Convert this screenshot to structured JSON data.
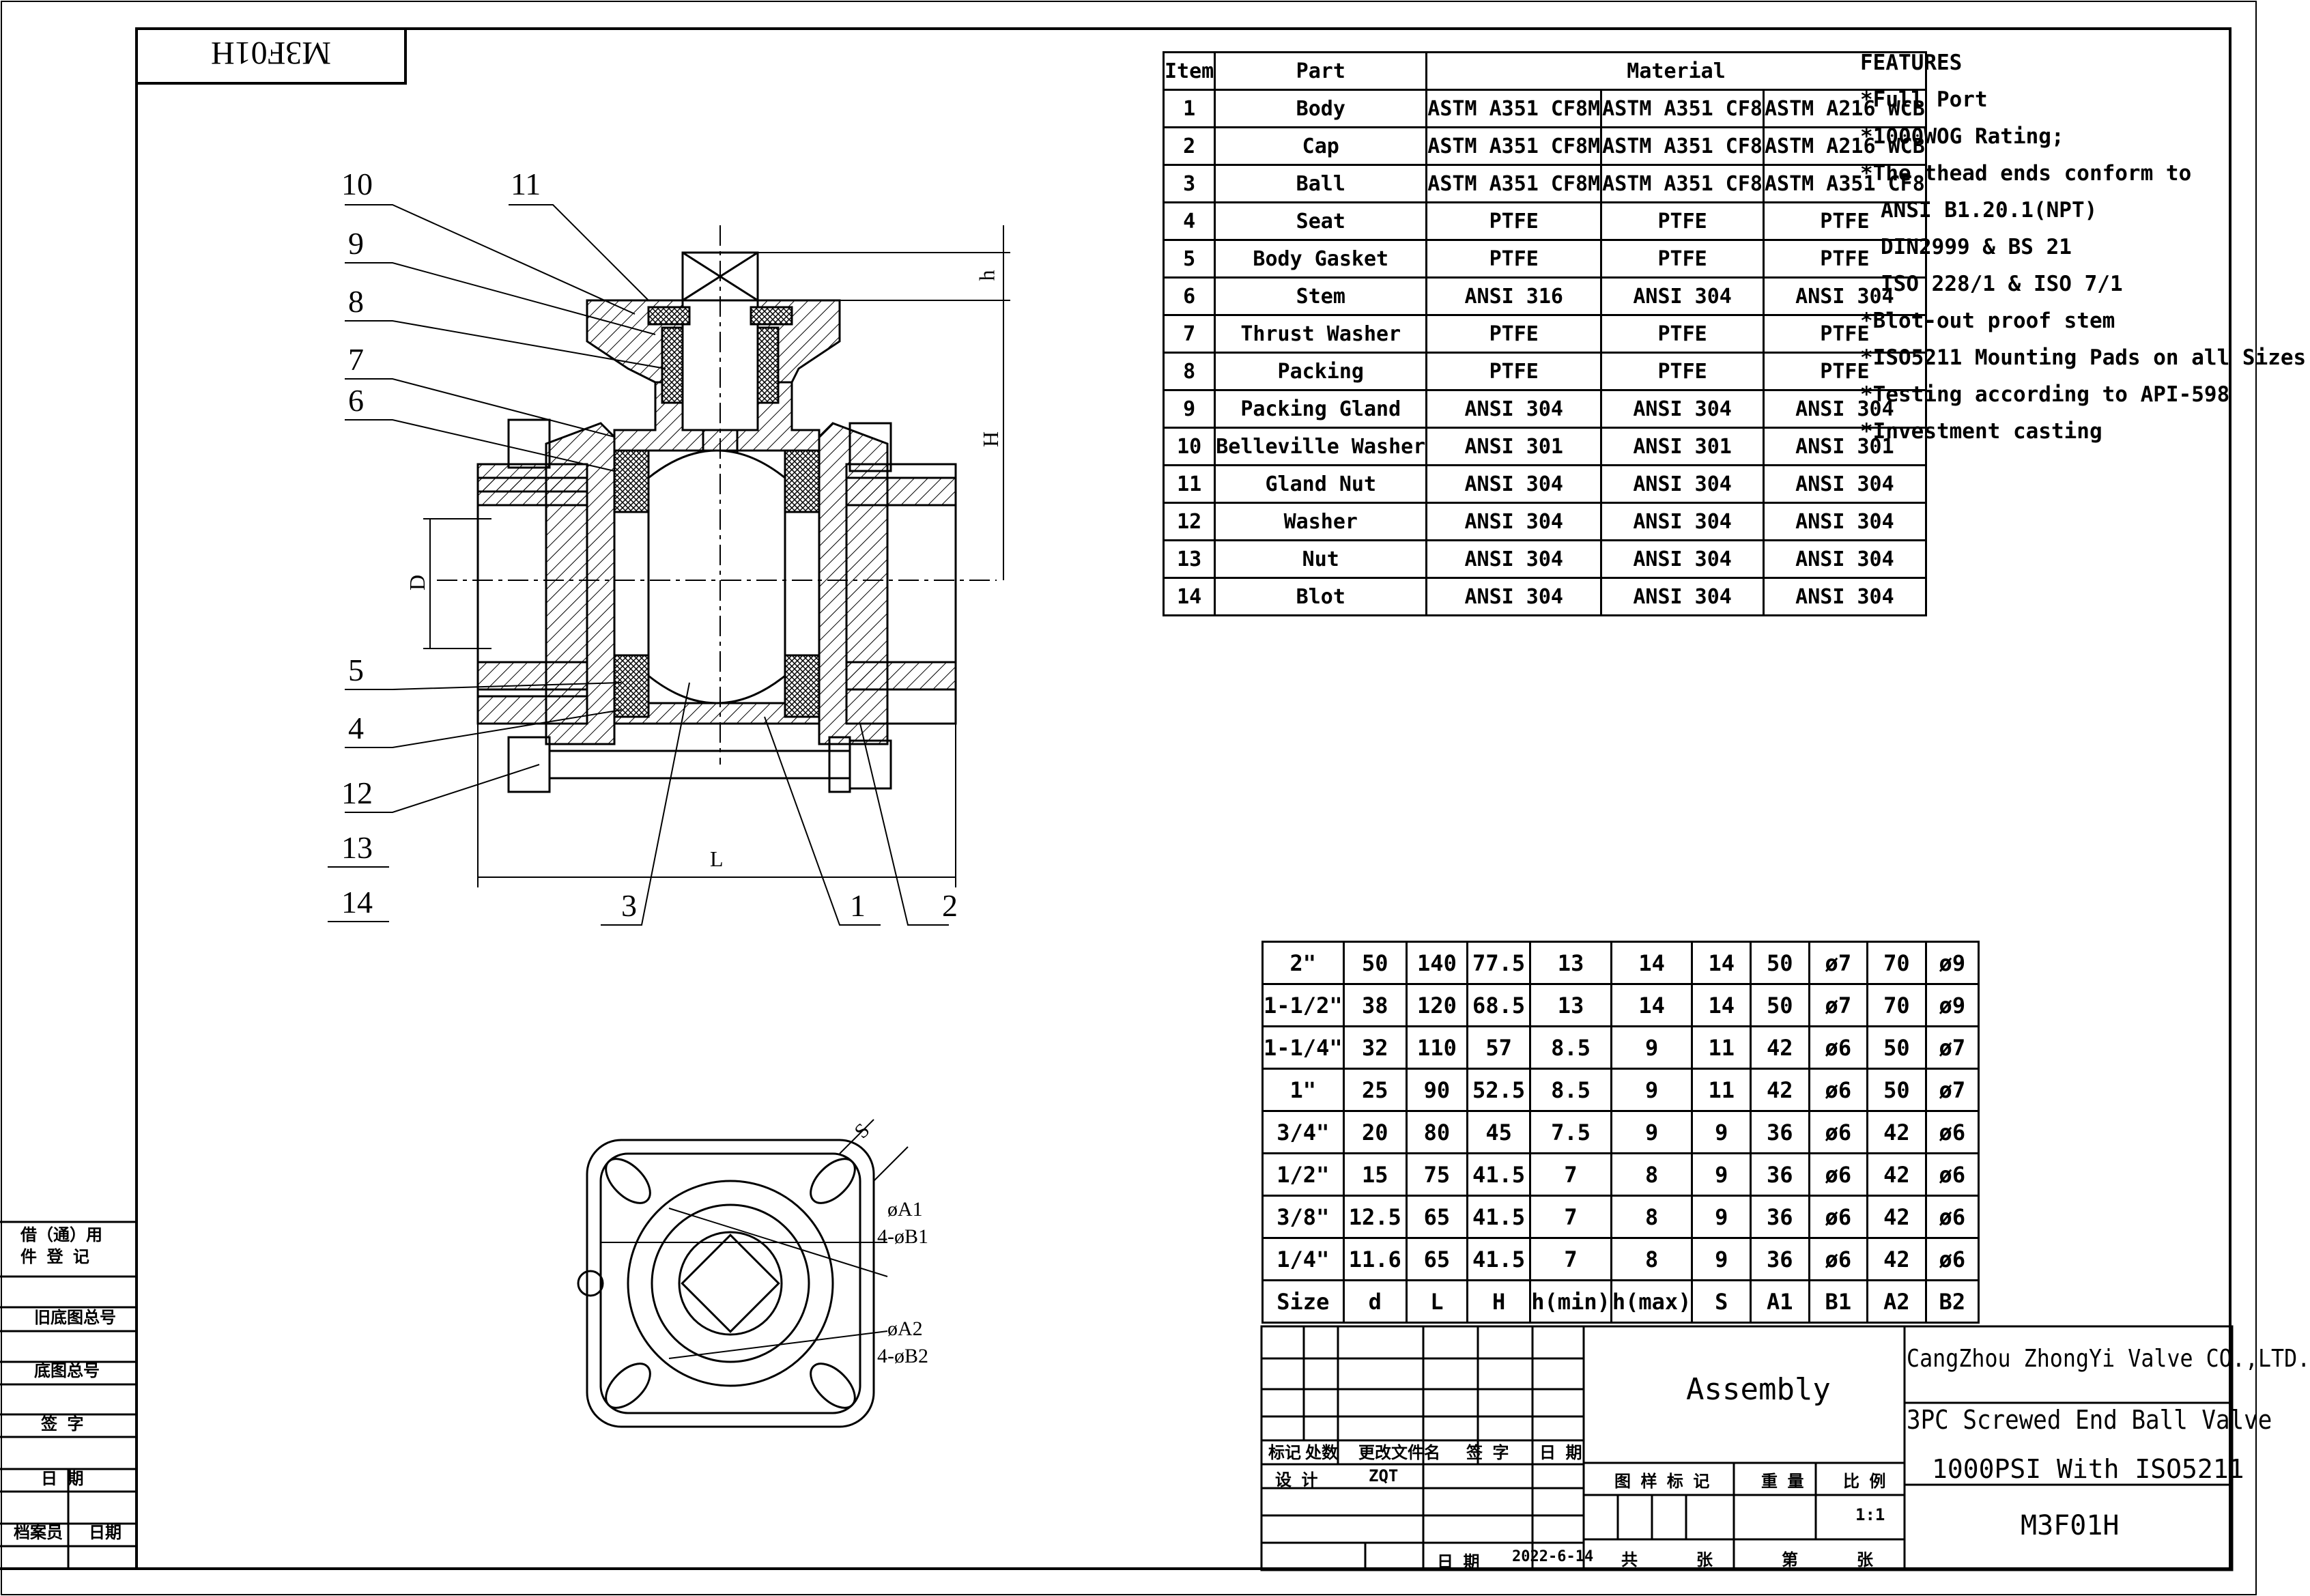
{
  "drawing_code": "M3F01H",
  "drawing_code_mirrored": "M3F01H",
  "balloons": [
    "10",
    "11",
    "9",
    "8",
    "7",
    "6",
    "5",
    "4",
    "12",
    "13",
    "14",
    "3",
    "1",
    "2"
  ],
  "dimension_labels": {
    "h": "h",
    "H": "H",
    "D": "D",
    "L": "L",
    "S": "S",
    "A1": "øA1",
    "B1": "4-øB1",
    "A2": "øA2",
    "B2": "4-øB2"
  },
  "bom": {
    "headers": {
      "item": "Item",
      "part": "Part",
      "material": "Material"
    },
    "rows": [
      {
        "item": "1",
        "part": "Body",
        "m1": "ASTM A351 CF8M",
        "m2": "ASTM A351 CF8",
        "m3": "ASTM A216 WCB"
      },
      {
        "item": "2",
        "part": "Cap",
        "m1": "ASTM A351 CF8M",
        "m2": "ASTM A351 CF8",
        "m3": "ASTM A216 WCB"
      },
      {
        "item": "3",
        "part": "Ball",
        "m1": "ASTM A351 CF8M",
        "m2": "ASTM A351 CF8",
        "m3": "ASTM A351 CF8"
      },
      {
        "item": "4",
        "part": "Seat",
        "m1": "PTFE",
        "m2": "PTFE",
        "m3": "PTFE"
      },
      {
        "item": "5",
        "part": "Body Gasket",
        "m1": "PTFE",
        "m2": "PTFE",
        "m3": "PTFE"
      },
      {
        "item": "6",
        "part": "Stem",
        "m1": "ANSI 316",
        "m2": "ANSI 304",
        "m3": "ANSI 304"
      },
      {
        "item": "7",
        "part": "Thrust Washer",
        "m1": "PTFE",
        "m2": "PTFE",
        "m3": "PTFE"
      },
      {
        "item": "8",
        "part": "Packing",
        "m1": "PTFE",
        "m2": "PTFE",
        "m3": "PTFE"
      },
      {
        "item": "9",
        "part": "Packing Gland",
        "m1": "ANSI 304",
        "m2": "ANSI 304",
        "m3": "ANSI 304"
      },
      {
        "item": "10",
        "part": "Belleville Washer",
        "m1": "ANSI 301",
        "m2": "ANSI 301",
        "m3": "ANSI 301"
      },
      {
        "item": "11",
        "part": "Gland Nut",
        "m1": "ANSI 304",
        "m2": "ANSI 304",
        "m3": "ANSI 304"
      },
      {
        "item": "12",
        "part": "Washer",
        "m1": "ANSI 304",
        "m2": "ANSI 304",
        "m3": "ANSI 304"
      },
      {
        "item": "13",
        "part": "Nut",
        "m1": "ANSI 304",
        "m2": "ANSI 304",
        "m3": "ANSI 304"
      },
      {
        "item": "14",
        "part": "Blot",
        "m1": "ANSI 304",
        "m2": "ANSI 304",
        "m3": "ANSI 304"
      }
    ]
  },
  "features": {
    "title": "FEATURES",
    "lines": [
      "*Full Port",
      "*1000WOG Rating;",
      "*The thead ends conform to",
      "ANSI B1.20.1(NPT)",
      "DIN2999 & BS 21",
      "ISO 228/1 & ISO 7/1",
      "*Blot-out proof stem",
      "*ISO5211 Mounting Pads on all Sizes",
      "*Testing according to API-598",
      "*Investment casting"
    ]
  },
  "dimensions": {
    "headers": [
      "Size",
      "d",
      "L",
      "H",
      "h(min)",
      "h(max)",
      "S",
      "A1",
      "B1",
      "A2",
      "B2"
    ],
    "rows": [
      [
        "2\"",
        "50",
        "140",
        "77.5",
        "13",
        "14",
        "14",
        "50",
        "ø7",
        "70",
        "ø9"
      ],
      [
        "1-1/2\"",
        "38",
        "120",
        "68.5",
        "13",
        "14",
        "14",
        "50",
        "ø7",
        "70",
        "ø9"
      ],
      [
        "1-1/4\"",
        "32",
        "110",
        "57",
        "8.5",
        "9",
        "11",
        "42",
        "ø6",
        "50",
        "ø7"
      ],
      [
        "1\"",
        "25",
        "90",
        "52.5",
        "8.5",
        "9",
        "11",
        "42",
        "ø6",
        "50",
        "ø7"
      ],
      [
        "3/4\"",
        "20",
        "80",
        "45",
        "7.5",
        "9",
        "9",
        "36",
        "ø6",
        "42",
        "ø6"
      ],
      [
        "1/2\"",
        "15",
        "75",
        "41.5",
        "7",
        "8",
        "9",
        "36",
        "ø6",
        "42",
        "ø6"
      ],
      [
        "3/8\"",
        "12.5",
        "65",
        "41.5",
        "7",
        "8",
        "9",
        "36",
        "ø6",
        "42",
        "ø6"
      ],
      [
        "1/4\"",
        "11.6",
        "65",
        "41.5",
        "7",
        "8",
        "9",
        "36",
        "ø6",
        "42",
        "ø6"
      ]
    ]
  },
  "side_panel": [
    "借（通）用\n件 登 记",
    "旧底图总号",
    "底图总号",
    "签 字",
    "日 期",
    "档案员",
    "日期"
  ],
  "title_block": {
    "drawing_name": "Assembly",
    "company": "CangZhou ZhongYi Valve CO.,LTD.",
    "product_line1": "3PC Screwed End Ball Valve",
    "product_line2": "1000PSI With ISO5211",
    "code": "M3F01H",
    "mark": "标记",
    "zone": "处数",
    "change_doc": "更改文件名",
    "sign": "签 字",
    "date_h": "日 期",
    "design": "设 计",
    "designer": "ZQT",
    "stage": "图 样 标 记",
    "weight": "重 量",
    "scale_h": "比 例",
    "scale": "1:1",
    "date_label": "日 期",
    "date": "2022-6-14",
    "total": "共",
    "sheet_unit": "张",
    "sheet": "第",
    "sheet_unit2": "张"
  }
}
